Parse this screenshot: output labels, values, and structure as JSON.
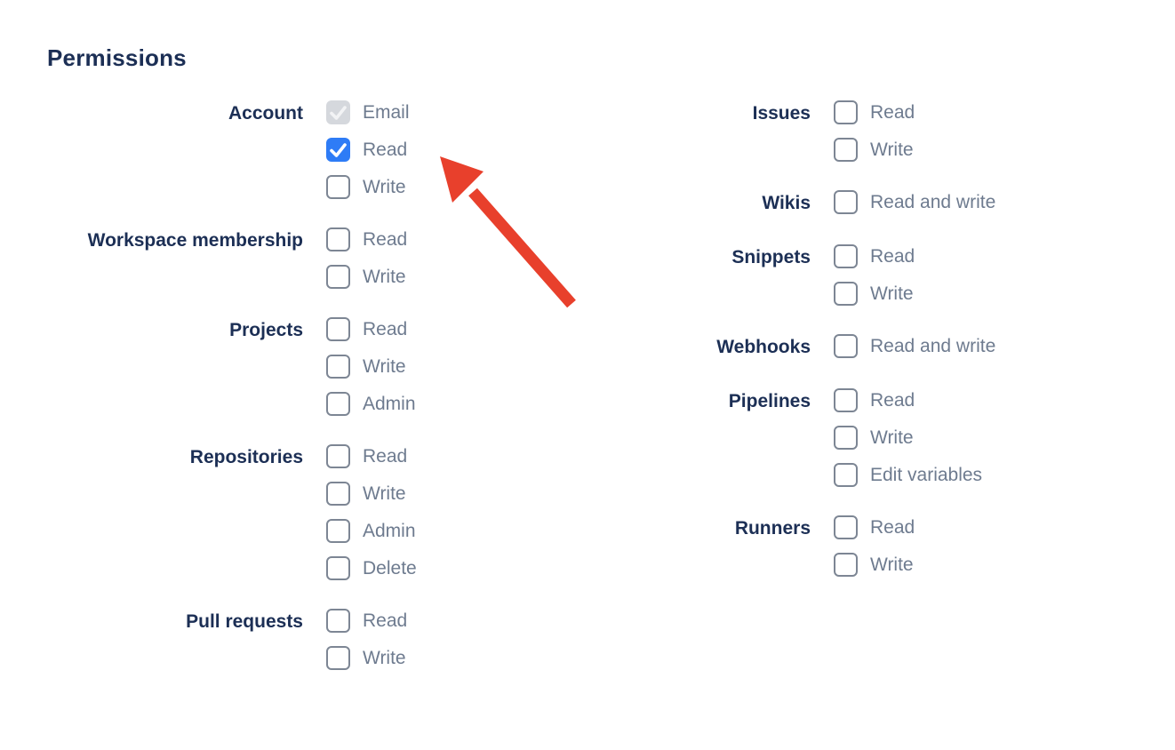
{
  "heading": "Permissions",
  "colors": {
    "heading_text": "#1c2f55",
    "group_label_text": "#1c2f55",
    "checkbox_label_text": "#6e7b8f",
    "checkbox_border": "#7d8694",
    "checkbox_checked_fill": "#2e7cf6",
    "checkbox_disabled_fill": "#d5d8dd",
    "arrow": "#e8402c"
  },
  "columns": [
    {
      "groups": [
        {
          "label": "Account",
          "items": [
            {
              "label": "Email",
              "state": "checked-disabled"
            },
            {
              "label": "Read",
              "state": "checked"
            },
            {
              "label": "Write",
              "state": "unchecked"
            }
          ]
        },
        {
          "label": "Workspace membership",
          "items": [
            {
              "label": "Read",
              "state": "unchecked"
            },
            {
              "label": "Write",
              "state": "unchecked"
            }
          ]
        },
        {
          "label": "Projects",
          "items": [
            {
              "label": "Read",
              "state": "unchecked"
            },
            {
              "label": "Write",
              "state": "unchecked"
            },
            {
              "label": "Admin",
              "state": "unchecked"
            }
          ]
        },
        {
          "label": "Repositories",
          "items": [
            {
              "label": "Read",
              "state": "unchecked"
            },
            {
              "label": "Write",
              "state": "unchecked"
            },
            {
              "label": "Admin",
              "state": "unchecked"
            },
            {
              "label": "Delete",
              "state": "unchecked"
            }
          ]
        },
        {
          "label": "Pull requests",
          "items": [
            {
              "label": "Read",
              "state": "unchecked"
            },
            {
              "label": "Write",
              "state": "unchecked"
            }
          ]
        }
      ]
    },
    {
      "groups": [
        {
          "label": "Issues",
          "items": [
            {
              "label": "Read",
              "state": "unchecked"
            },
            {
              "label": "Write",
              "state": "unchecked"
            }
          ]
        },
        {
          "label": "Wikis",
          "items": [
            {
              "label": "Read and write",
              "state": "unchecked"
            }
          ]
        },
        {
          "label": "Snippets",
          "items": [
            {
              "label": "Read",
              "state": "unchecked"
            },
            {
              "label": "Write",
              "state": "unchecked"
            }
          ]
        },
        {
          "label": "Webhooks",
          "items": [
            {
              "label": "Read and write",
              "state": "unchecked"
            }
          ]
        },
        {
          "label": "Pipelines",
          "items": [
            {
              "label": "Read",
              "state": "unchecked"
            },
            {
              "label": "Write",
              "state": "unchecked"
            },
            {
              "label": "Edit variables",
              "state": "unchecked"
            }
          ]
        },
        {
          "label": "Runners",
          "items": [
            {
              "label": "Read",
              "state": "unchecked"
            },
            {
              "label": "Write",
              "state": "unchecked"
            }
          ]
        }
      ]
    }
  ],
  "annotation": {
    "description": "red arrow pointing at Account Read checkbox",
    "color": "#e8402c"
  }
}
